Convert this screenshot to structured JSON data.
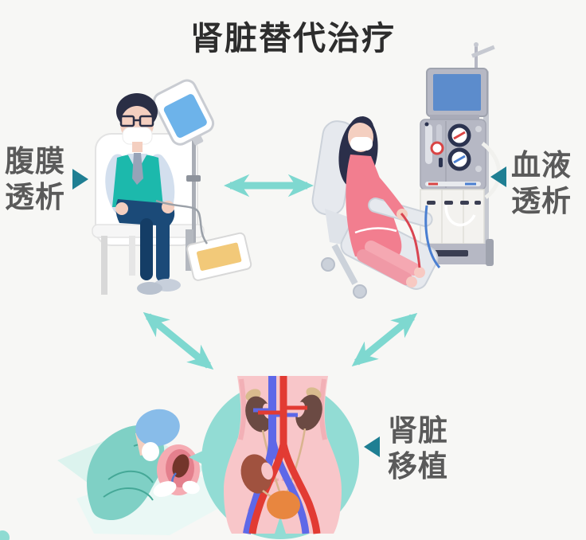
{
  "title": "肾脏替代治疗",
  "labels": {
    "peritoneal_dialysis": {
      "line1": "腹膜",
      "line2": "透析"
    },
    "hemodialysis": {
      "line1": "血液",
      "line2": "透析"
    },
    "kidney_transplant": {
      "line1": "肾脏",
      "line2": "移植"
    }
  },
  "icons": {
    "pointer_right_icon": "▶",
    "pointer_left_icon": "◀",
    "double_arrow_horizontal_icon": "⬌",
    "double_arrow_diagonal_icon": "⇄"
  },
  "colors": {
    "background": "#f7f7f5",
    "title_text": "#2d2d2d",
    "label_text": "#5a5a5a",
    "pointer_teal": "#1f7f93",
    "arrow_teal": "#7ed8d0",
    "vest_teal": "#1cb9ac",
    "dress_pink": "#f27e8f",
    "torso_pink": "#f8c6c9",
    "circle_teal": "#92dcd4",
    "scrub_teal": "#7fd0c5",
    "surgeon_cap_blue": "#88bce9",
    "artery_red": "#e23b33",
    "vein_blue": "#5e68e8",
    "kidney_brown": "#6b4a43",
    "transplant_kidney_brown": "#a0523f",
    "bladder_orange": "#e8863f",
    "iv_fluid_blue": "#6db3ea",
    "drain_fluid_yellow": "#f2c979",
    "machine_gray": "#b6b8c4",
    "screen_blue": "#5c8ccc"
  }
}
